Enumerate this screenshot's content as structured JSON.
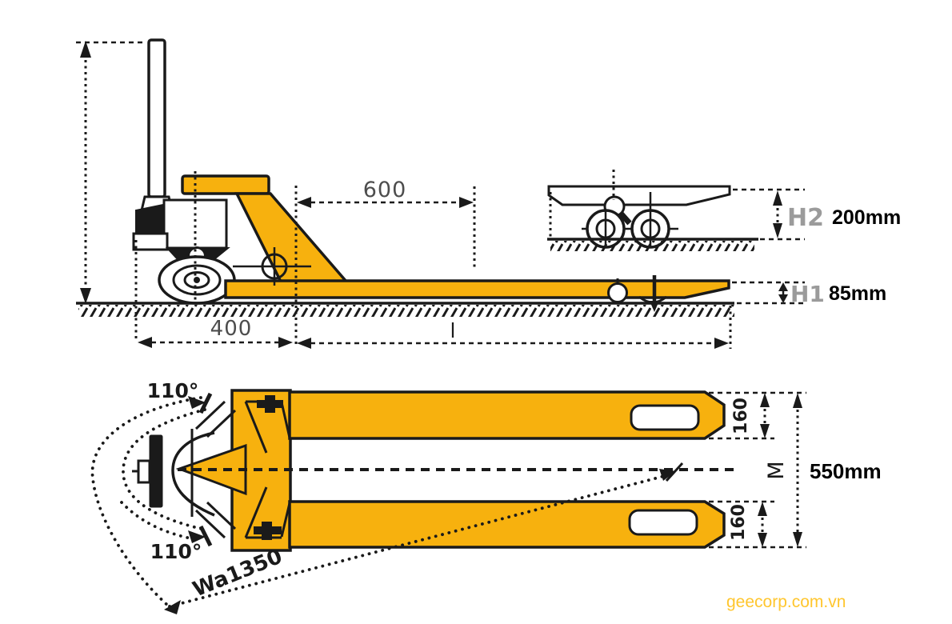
{
  "diagram_type": "hand-pallet-truck-dimension-drawing",
  "side_view": {
    "fork_free_length": "600",
    "front_section_length": "400",
    "fork_length_label": "l",
    "raised_height": {
      "label": "H2",
      "value": "200mm"
    },
    "lowered_height": {
      "label": "H1",
      "value": "85mm"
    }
  },
  "top_view": {
    "steer_angle_top": "110°",
    "steer_angle_bottom": "110°",
    "turning_radius": "Wa1350",
    "fork_width_top": "160",
    "fork_width_bottom": "160",
    "overall_width": {
      "label": "M",
      "value": "550mm"
    }
  },
  "watermark": {
    "text": "geecorp.com.vn"
  },
  "colors": {
    "body_yellow": "#F7B10E",
    "outline": "#1a1a1a",
    "dimension_text": "#4d4d4d",
    "gray_label": "#9b9b9b",
    "watermark": "#FFC62E",
    "background": "#ffffff"
  }
}
